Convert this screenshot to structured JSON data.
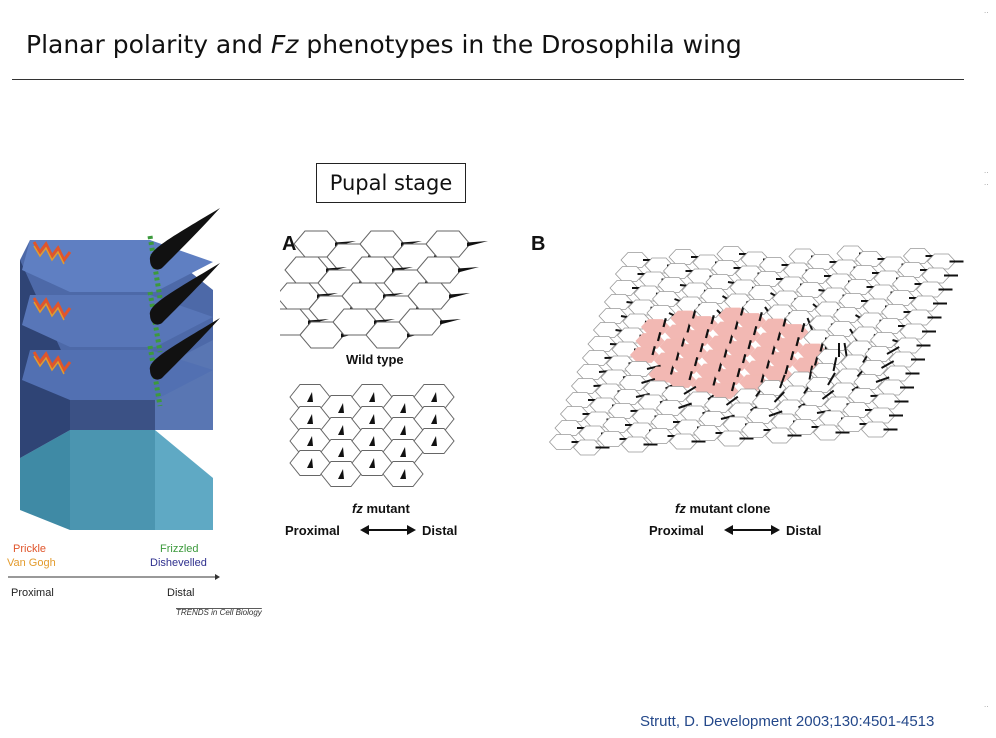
{
  "slide": {
    "title_pre": "Planar polarity and ",
    "title_italic": "Fz",
    "title_post": " phenotypes in the Drosophila wing",
    "stage_box": "Pupal stage",
    "citation": "Strutt, D. Development 2003;130:4501-4513"
  },
  "left_figure": {
    "prickle": "Prickle",
    "van_gogh": "Van Gogh",
    "frizzled": "Frizzled",
    "dishevelled": "Dishevelled",
    "proximal": "Proximal",
    "distal": "Distal",
    "journal": "TRENDS in Cell Biology",
    "colors": {
      "prickle": "#e0552b",
      "van_gogh": "#e39b2d",
      "frizzled": "#3c9a3c",
      "dishevelled": "#2e2f8e"
    }
  },
  "panel_a": {
    "letter": "A",
    "wild_type": "Wild type",
    "mutant_italic": "fz",
    "mutant_rest": " mutant",
    "proximal": "Proximal",
    "distal": "Distal"
  },
  "panel_b": {
    "letter": "B",
    "clone_italic": "fz",
    "clone_rest": " mutant clone",
    "proximal": "Proximal",
    "distal": "Distal",
    "clone_color": "#f2b8b3"
  }
}
